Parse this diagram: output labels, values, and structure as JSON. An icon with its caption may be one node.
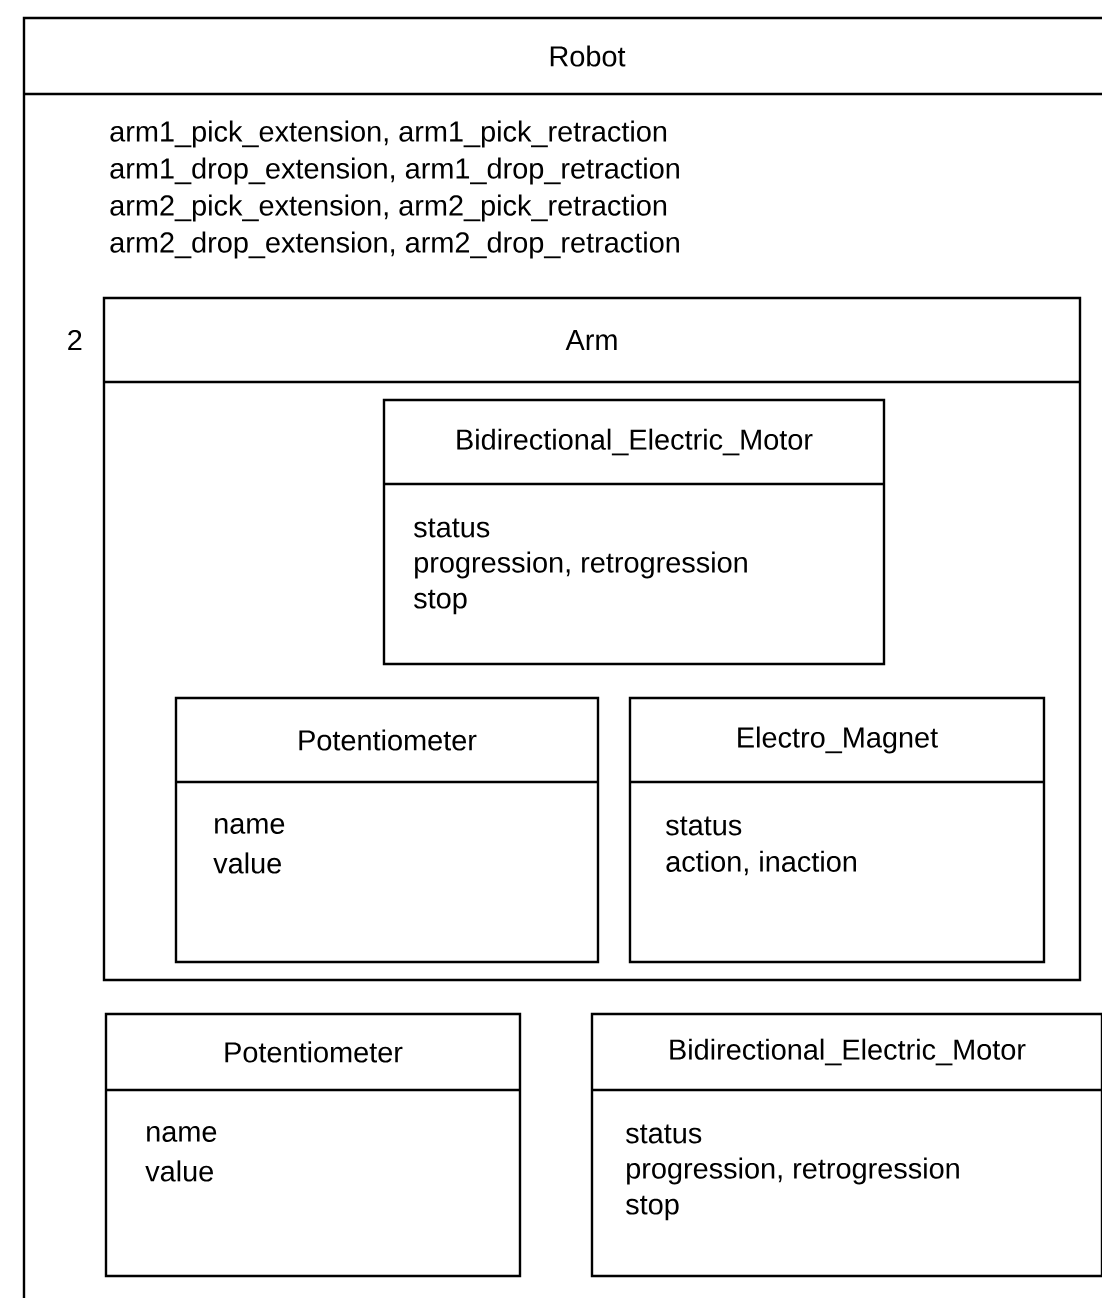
{
  "diagram": {
    "nodes": [
      {
        "text": [
          "Robot",
          "arm1_pick_extension, arm1_pick_retraction",
          "arm1_drop_extension, arm1_drop_retraction",
          "arm2_pick_extension, arm2_pick_retraction",
          "arm2_drop_extension, arm2_drop_retraction"
        ]
      },
      {
        "text": [
          "Arm"
        ],
        "in": 0,
        "beside": [
          "2"
        ]
      },
      {
        "text": [
          "Bidirectional_Electric_Motor",
          "status",
          "progression, retrogression",
          "stop"
        ],
        "in": 1
      },
      {
        "text": [
          "Potentiometer",
          "name",
          "value"
        ],
        "in": 1
      },
      {
        "text": [
          "Electro_Magnet",
          "status",
          "action, inaction"
        ],
        "in": 1
      },
      {
        "text": [
          "Potentiometer",
          "name",
          "value"
        ],
        "in": 0
      },
      {
        "text": [
          "Bidirectional_Electric_Motor",
          "status",
          "progression, retrogression",
          "stop"
        ],
        "in": 0
      }
    ]
  }
}
